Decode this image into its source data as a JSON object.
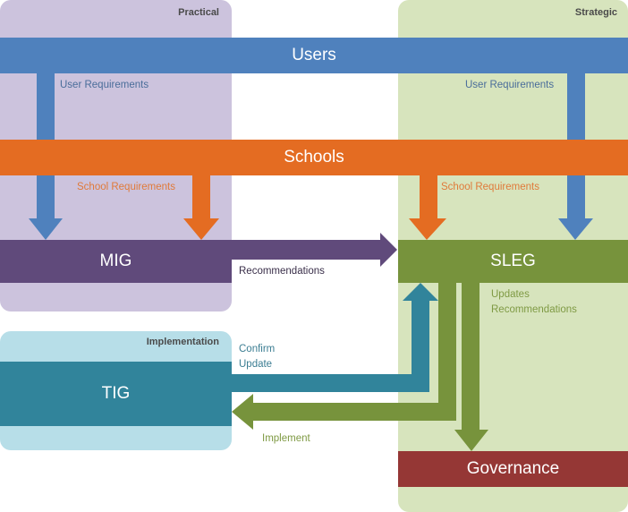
{
  "panels": {
    "practical": {
      "title": "Practical",
      "color": "#ccc3dd"
    },
    "strategic": {
      "title": "Strategic",
      "color": "#d7e4bd"
    },
    "implementation": {
      "title": "Implementation",
      "color": "#b7dee8"
    }
  },
  "bars": {
    "users": {
      "label": "Users",
      "color": "#4f81bd"
    },
    "schools": {
      "label": "Schools",
      "color": "#e46c22"
    },
    "mig": {
      "label": "MIG",
      "color": "#604a7b"
    },
    "sleg": {
      "label": "SLEG",
      "color": "#77933c"
    },
    "tig": {
      "label": "TIG",
      "color": "#31849b"
    },
    "governance": {
      "label": "Governance",
      "color": "#953735"
    }
  },
  "flows": {
    "user_req_left": "User Requirements",
    "user_req_right": "User Requirements",
    "school_req_left": "School Requirements",
    "school_req_right": "School Requirements",
    "recommendations": "Recommendations",
    "confirm": "Confirm",
    "update": "Update",
    "implement": "Implement",
    "updates": "Updates",
    "updates_recommendations": "Recommendations"
  },
  "label_colors": {
    "users": "#4a6d9a",
    "schools": "#e07a3a",
    "recommendations": "#3a2f4a",
    "tig": "#3b7d92",
    "sleg": "#7f9a44"
  }
}
